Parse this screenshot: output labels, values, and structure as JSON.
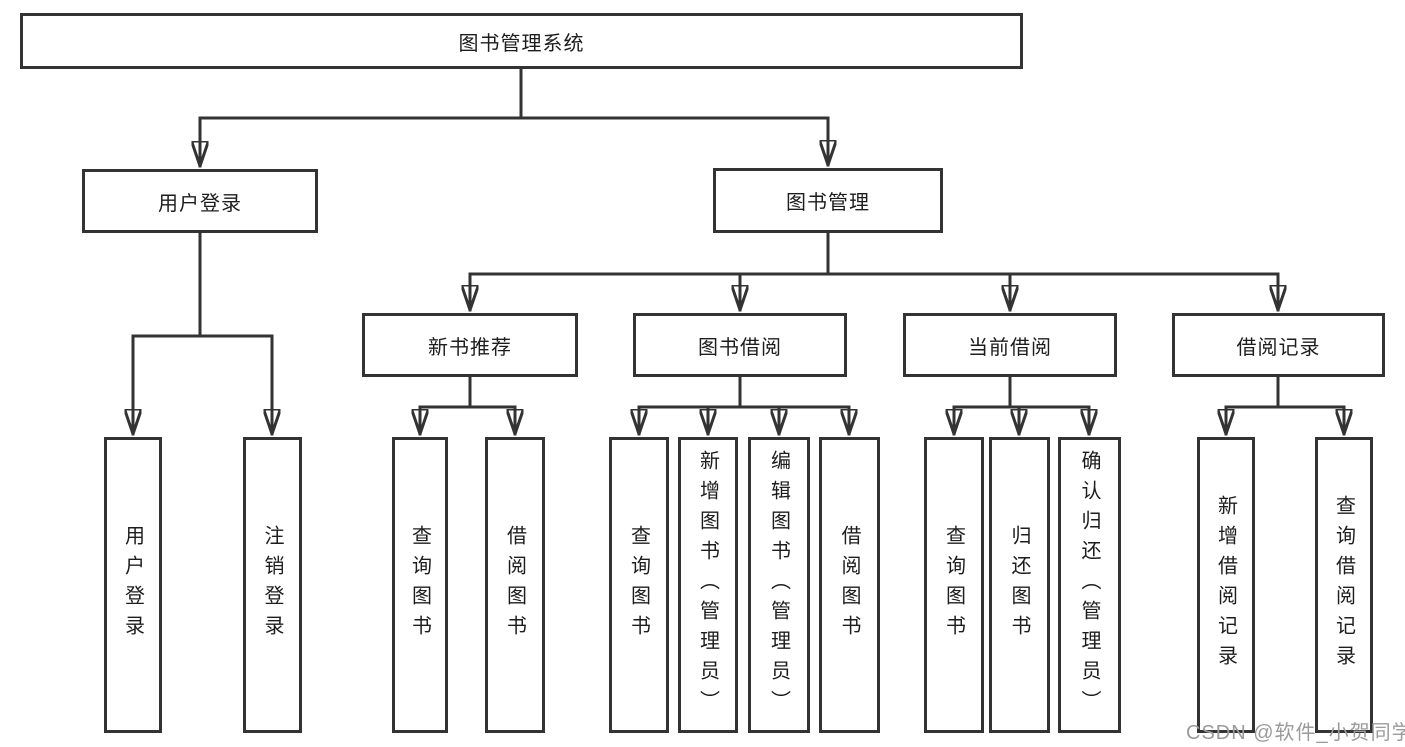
{
  "diagram": {
    "title": "图书管理系统",
    "login": {
      "label": "用户登录",
      "leaves": [
        "用户登录",
        "注销登录"
      ]
    },
    "management": {
      "label": "图书管理",
      "sections": [
        {
          "label": "新书推荐",
          "leaves": [
            "查询图书",
            "借阅图书"
          ]
        },
        {
          "label": "图书借阅",
          "leaves": [
            "查询图书",
            "新增图书（管理员）",
            "编辑图书（管理员）",
            "借阅图书"
          ]
        },
        {
          "label": "当前借阅",
          "leaves": [
            "查询图书",
            "归还图书",
            "确认归还（管理员）"
          ]
        },
        {
          "label": "借阅记录",
          "leaves": [
            "新增借阅记录",
            "查询借阅记录"
          ]
        }
      ]
    }
  },
  "watermark": "CSDN @软件_小贺同学",
  "colors": {
    "line": "#333333",
    "text": "#1d1d1f",
    "background": "#ffffff",
    "watermark": "#9b9b9b"
  }
}
